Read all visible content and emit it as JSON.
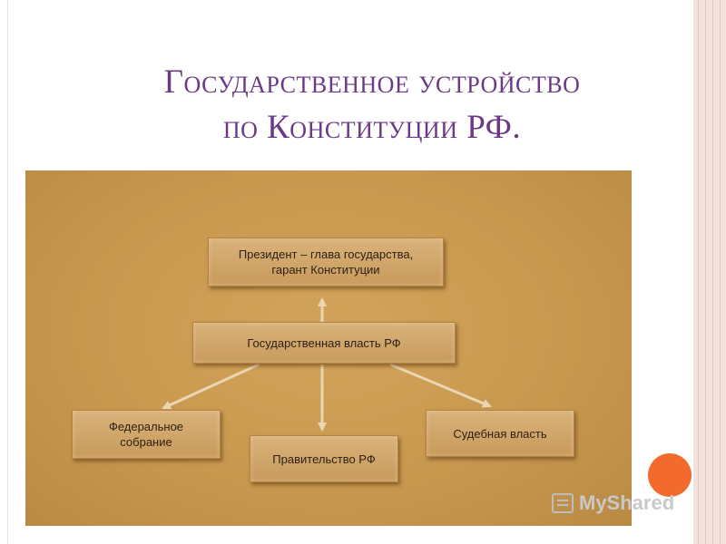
{
  "slide": {
    "title_line1": "Государственное устройство",
    "title_line2": "по Конституции РФ."
  },
  "diagram": {
    "president": [
      "Президент – глава государства,",
      "гарант Конституции"
    ],
    "state_power": "Государственная власть РФ",
    "federal_assembly": [
      "Федеральное",
      "собрание"
    ],
    "government": "Правительство РФ",
    "judicial": "Судебная власть"
  },
  "watermark": {
    "text": "MyShared",
    "icon": "presentation-board-icon"
  },
  "colors": {
    "title": "#6b3a86",
    "board": "#c8974e",
    "box": "#d2a86c",
    "accent_circle": "#f26b2c",
    "frame": "#f3e3dc"
  }
}
